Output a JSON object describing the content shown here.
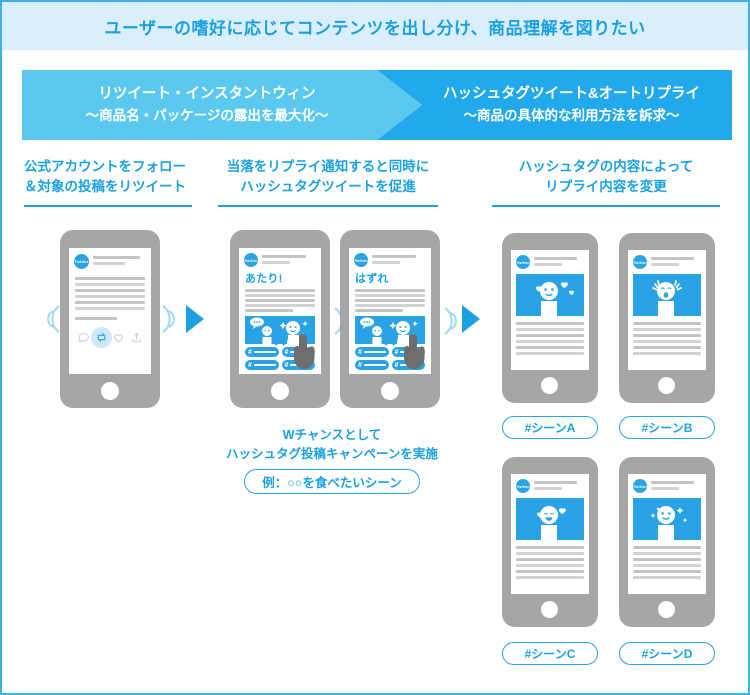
{
  "header": {
    "title": "ユーザーの嗜好に応じてコンテンツを出し分け、商品理解を図りたい"
  },
  "banner": {
    "left": {
      "line1": "リツイート・インスタントウィン",
      "line2": "〜商品名・パッケージの露出を最大化〜",
      "color": "#5bc9ef"
    },
    "right": {
      "line1": "ハッシュタグツイート&オートリプライ",
      "line2": "〜商品の具体的な利用方法を訴求〜",
      "color": "#22a9ec"
    }
  },
  "columns": [
    {
      "heading_line1": "公式アカウントをフォロー",
      "heading_line2": "＆対象の投稿をリツイート"
    },
    {
      "heading_line1": "当落をリプライ通知すると同時に",
      "heading_line2": "ハッシュタグツイートを促進"
    },
    {
      "heading_line1": "ハッシュタグの内容によって",
      "heading_line2": "リプライ内容を変更"
    }
  ],
  "step1": {
    "phone": {
      "avatar_label": "Twitter",
      "actions": [
        "reply-icon",
        "retweet-icon",
        "like-icon",
        "share-icon"
      ],
      "highlighted_action": "retweet-icon"
    }
  },
  "step2": {
    "phones": [
      {
        "headline": "あたり!",
        "avatar_label": "Twitter",
        "hashtag_count": 4
      },
      {
        "headline": "はずれ",
        "avatar_label": "Twitter",
        "hashtag_count": 4
      }
    ],
    "caption_line1": "Wチャンスとして",
    "caption_line2": "ハッシュタグ投稿キャンペーンを実施",
    "example_label": "例：○○を食べたいシーン"
  },
  "step3": {
    "phones": [
      {
        "label": "#シーンA",
        "avatar_label": "Twitter",
        "mood": "happy-hearts"
      },
      {
        "label": "#シーンB",
        "avatar_label": "Twitter",
        "mood": "sad-crying"
      },
      {
        "label": "#シーンC",
        "avatar_label": "Twitter",
        "mood": "joyful-hearts"
      },
      {
        "label": "#シーンD",
        "avatar_label": "Twitter",
        "mood": "sparkle-smile"
      }
    ]
  },
  "theme": {
    "header_bg": "#daeefb",
    "accent": "#1ba1e2",
    "panel_blue": "#29a3e5",
    "phone_body": "#a6a6a6",
    "line_gray": "#d2d2d2"
  }
}
